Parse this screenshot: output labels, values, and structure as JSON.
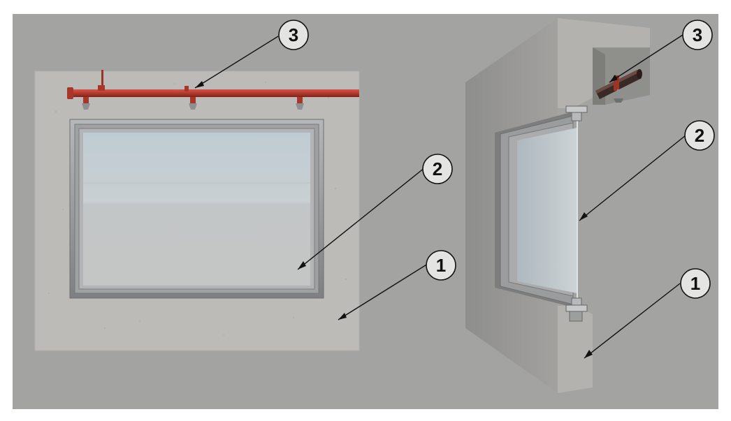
{
  "callouts": {
    "front": {
      "c1": "1",
      "c2": "2",
      "c3": "3"
    },
    "side": {
      "c1": "1",
      "c2": "2",
      "c3": "3"
    }
  },
  "colors": {
    "backdrop": "#a3a3a2",
    "concrete": "#bdbcb9",
    "glass": "#c6cacc",
    "frame": "#8c8e8f",
    "pipe": "#b23b2e",
    "callout_fill": "#e4e4e2"
  }
}
